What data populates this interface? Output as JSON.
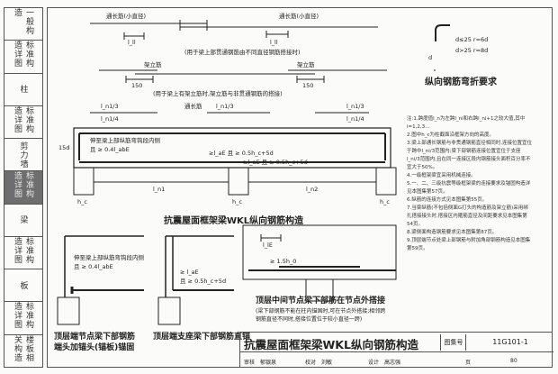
{
  "sidebar": {
    "items": [
      {
        "label": "一般构造"
      },
      {
        "label": "标准构造详图"
      },
      {
        "label": "柱"
      },
      {
        "label": "标准构造详图"
      },
      {
        "label": "剪力墙"
      },
      {
        "label": "标准构造详图"
      },
      {
        "label": "梁"
      },
      {
        "label": "标准构造详图"
      },
      {
        "label": "板"
      },
      {
        "label": "标准构造详图"
      },
      {
        "label": "楼板相关构造"
      }
    ]
  },
  "detail_top": {
    "through_bar_left": "通长筋(小直径)",
    "through_bar_right": "通长筋(小直径)",
    "ll": "l_ll",
    "lap_note": "(用于梁上部贯通钢筋由不同直径钢筋搭接时)",
    "erect_bar_1": "架立筋",
    "erect_bar_2": "架立筋",
    "dim150": "150",
    "erect_note": "(用于梁上有架立筋时,架立筋与非贯通钢筋的搭接)",
    "ln3": "l_n1/3",
    "ln4": "l_n1/4",
    "through_bar_center": "通长筋",
    "anchor_note_l1": "伸至梁上部纵筋弯钩段内侧",
    "anchor_note_l2": "且 ≥ 0.4l_abE",
    "lae1": "≥l_aE 且 ≥ 0.5h_c+5d",
    "lae2": "≥l_aE 且 ≥ 0.5h_c+5d",
    "ln1": "l_n1",
    "ln2": "l_n2",
    "hc": "h_c",
    "dim_15d": "15d"
  },
  "bend_detail": {
    "rule1": "d≤25  r=6d",
    "rule2": "d>25  r=8d",
    "title": "纵向钢筋弯折要求",
    "d": "d"
  },
  "captions": {
    "main": "抗震屋面框架梁WKL纵向钢筋构造",
    "sub1_l1": "顶层端节点梁下部钢筋",
    "sub1_l2": "端头加锚头(锚板)锚固",
    "sub2": "顶层端支座梁下部钢筋直锚",
    "sub3": "顶层中间节点梁下部筋在节点外搭接",
    "sub3_note_l1": "(梁下部钢筋不能在柱内锚固时,可在节点外搭接;相邻跨",
    "sub3_note_l2": "钢筋直径不同时,搭接位置位于较小直径一跨)"
  },
  "sub_details": {
    "anchor_note_l1": "伸至梁上部纵筋弯钩段内侧",
    "anchor_note_l2": "且 ≥ 0.4l_abE",
    "lae": "≥ l_aE",
    "lae_and": "且 ≥ 0.5h_c+5d",
    "ll": "l_lE",
    "lap_cond": "≥ 1.5h_0"
  },
  "notes": [
    "注:1.跨度值l_n为左跨l_ni和右跨l_ni+1之较大值,其中i=1,2,3…",
    "2.图中h_c为柱截面沿框架方向的高度。",
    "3.梁上部通长钢筋与非贯通钢筋直径相同时,连接位置宜位于跨中l_ni/3范围内;梁下部钢筋连接位置宜位于支座l_ni/3范围内;且在同一连接区段内钢筋接头面积百分率不宜大于50%。",
    "4.一级框架梁宜采用机械连接。",
    "5.一、二、三级抗震等级框架梁的连接要求及锚固构造详见本图集第57页。",
    "6.纵筋的连接方式见本图集第55页。",
    "7.当梁纵筋(不包括侧面G打头的构造筋及架立筋)采用绑扎搭接接头时,搭接区内箍筋直径及间距要求见本图集第54页。",
    "8.梁侧面构造钢筋要求见本图集第87页。",
    "9.顶层端节点处梁上部钢筋与附加角部钢筋构造见本图集第59页。"
  ],
  "title_block": {
    "title": "抗震屋面框架梁WKL纵向钢筋构造",
    "label": "图集号",
    "code": "11G101-1",
    "review": "审核",
    "reviewer": "郁银泉",
    "check": "校对",
    "checker": "刘敏",
    "design": "设计",
    "designer": "高志强",
    "page_label": "页",
    "page": "80"
  }
}
